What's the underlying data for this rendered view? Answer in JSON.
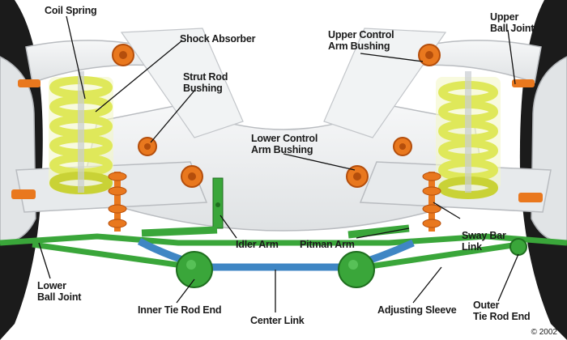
{
  "labels": {
    "coil_spring": "Coil Spring",
    "shock_absorber": "Shock Absorber",
    "upper_control_arm_bushing": [
      "Upper Control",
      "Arm Bushing"
    ],
    "upper_ball_joint": [
      "Upper",
      "Ball Joint"
    ],
    "strut_rod_bushing": [
      "Strut Rod",
      "Bushing"
    ],
    "lower_control_arm_bushing": [
      "Lower Control",
      "Arm Bushing"
    ],
    "idler_arm": "Idler Arm",
    "pitman_arm": "Pitman Arm",
    "sway_bar_link": [
      "Sway Bar",
      "Link"
    ],
    "lower_ball_joint": [
      "Lower",
      "Ball Joint"
    ],
    "inner_tie_rod_end": "Inner Tie Rod End",
    "center_link": "Center Link",
    "adjusting_sleeve": "Adjusting Sleeve",
    "outer_tie_rod_end": [
      "Outer",
      "Tie Rod End"
    ]
  },
  "copyright": "© 2002",
  "colors": {
    "frame": "#eef0f1",
    "frame_edge": "#b9bcc0",
    "spring": "#dfe85a",
    "spring_shade": "#b8c22a",
    "bushing": "#e9781e",
    "bushing_dark": "#b44e0c",
    "steering": "#3aa63a",
    "steering_dark": "#1f6e1f",
    "center_link": "#3f86c4",
    "tire": "#1b1b1b",
    "leader": "#111111"
  }
}
